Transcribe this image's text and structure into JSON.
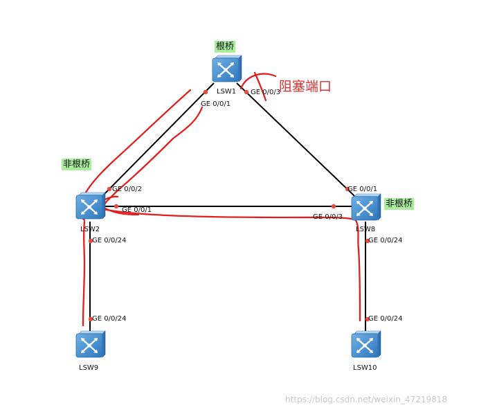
{
  "diagram": {
    "devices": {
      "lsw1": {
        "name": "LSW1",
        "role": "根桥"
      },
      "lsw2": {
        "name": "LSW2",
        "role": "非根桥"
      },
      "lsw8": {
        "name": "LSW8",
        "role": "非根桥"
      },
      "lsw9": {
        "name": "LSW9"
      },
      "lsw10": {
        "name": "LSW10"
      }
    },
    "ports": {
      "lsw1_p1": "GE 0/0/1",
      "lsw1_p3": "GE 0/0/3",
      "lsw2_p2": "GE 0/0/2",
      "lsw2_p1": "GE 0/0/1",
      "lsw2_p24": "GE 0/0/24",
      "lsw8_p1": "GE 0/0/1",
      "lsw8_p3": "GE 0/0/3",
      "lsw8_p24": "GE 0/0/24",
      "lsw9_p24": "GE 0/0/24",
      "lsw10_p24": "GE 0/0/24"
    },
    "annotation": "阻塞端口",
    "watermark": "https://blog.csdn.net/weixin_47219818",
    "colors": {
      "link": "#000000",
      "port_dot": "#e84c3d",
      "annotation": "#e03030",
      "role_tag_bg": "#a8ee9c",
      "switch_body": "#5b9fd6"
    }
  }
}
